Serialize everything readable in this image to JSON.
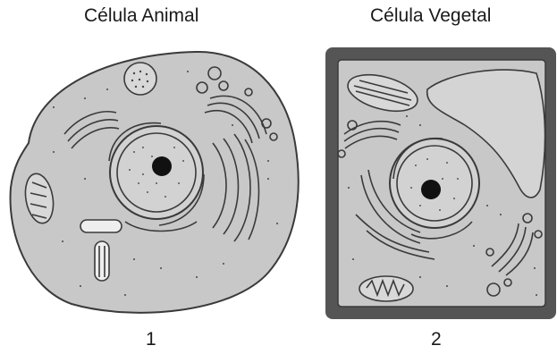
{
  "titles": {
    "animal": "Célula Animal",
    "vegetal": "Célula Vegetal"
  },
  "numbers": {
    "animal": "1",
    "vegetal": "2"
  },
  "colors": {
    "cytoplasm": "#c8c8c8",
    "outline": "#3a3a3a",
    "wall": "#555555",
    "nucleolus": "#111111",
    "background": "#ffffff"
  }
}
